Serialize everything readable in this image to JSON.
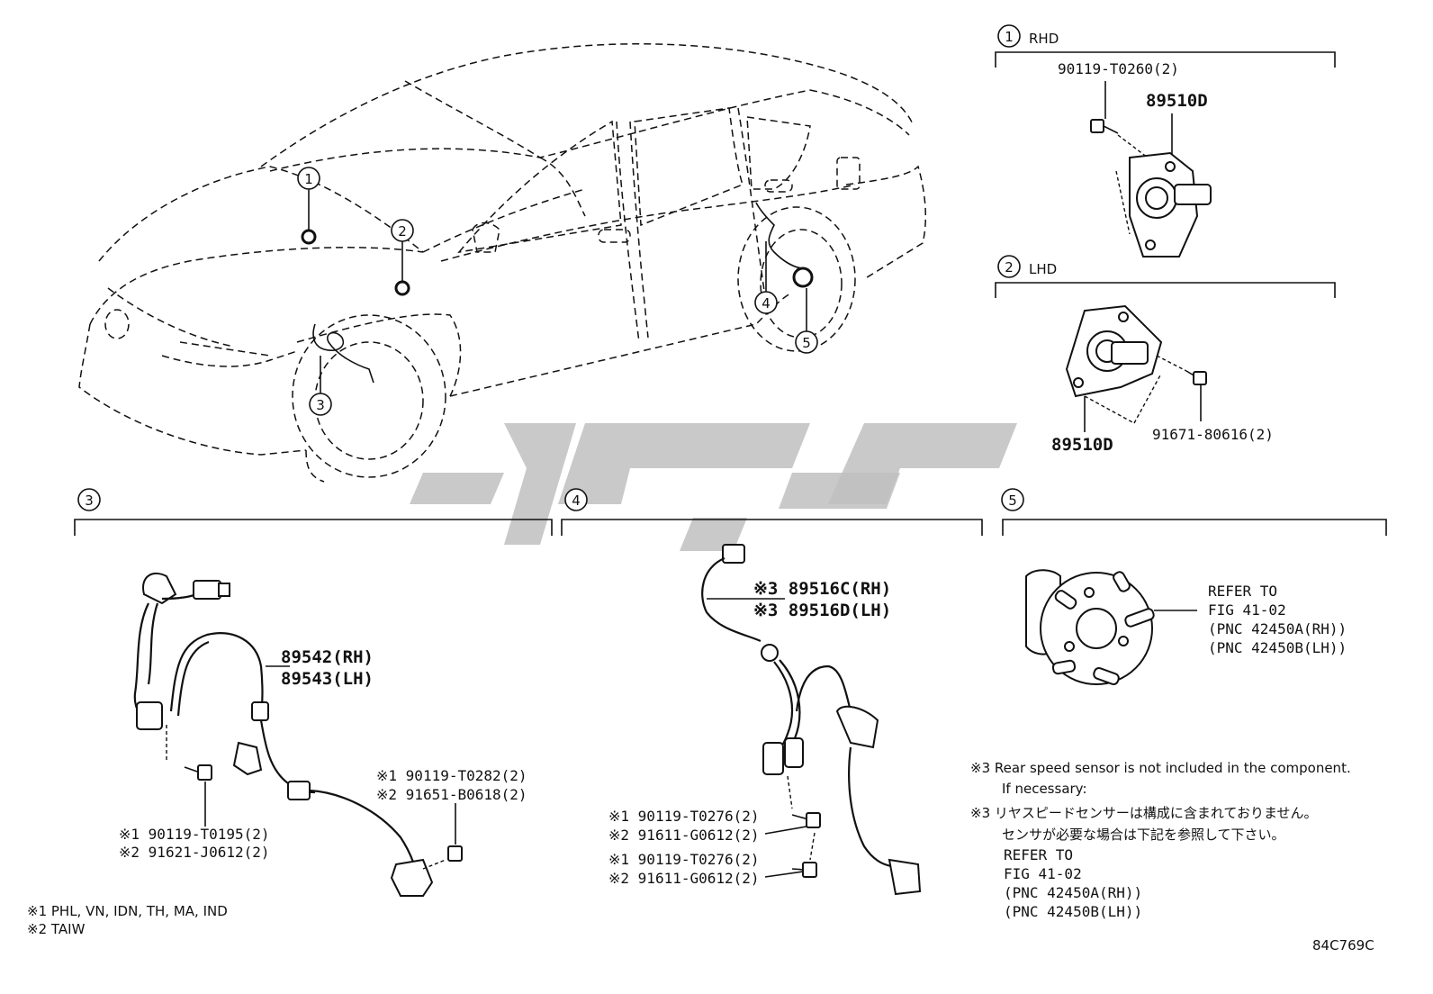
{
  "callouts": [
    "1",
    "2",
    "3",
    "4",
    "5"
  ],
  "sections": {
    "s1": {
      "num": "1",
      "label": "RHD",
      "bolt": "90119-T0260(2)",
      "part": "89510D"
    },
    "s2": {
      "num": "2",
      "label": "LHD",
      "part": "89510D",
      "bolt": "91671-80616(2)"
    },
    "s3": {
      "num": "3",
      "sensor_rh": "89542(RH)",
      "sensor_lh": "89543(LH)",
      "bolt_a_1": "※1 90119-T0282(2)",
      "bolt_a_2": "※2 91651-B0618(2)",
      "bolt_b_1": "※1 90119-T0195(2)",
      "bolt_b_2": "※2 91621-J0612(2)"
    },
    "s4": {
      "num": "4",
      "sensor_rh": "※3 89516C(RH)",
      "sensor_lh": "※3 89516D(LH)",
      "bolt_a_1": "※1 90119-T0276(2)",
      "bolt_a_2": "※2 91611-G0612(2)",
      "bolt_b_1": "※1 90119-T0276(2)",
      "bolt_b_2": "※2 91611-G0612(2)"
    },
    "s5": {
      "num": "5",
      "refer_1": "REFER TO",
      "refer_2": "FIG 41-02",
      "refer_3": "(PNC 42450A(RH))",
      "refer_4": "(PNC 42450B(LH))"
    }
  },
  "notes": {
    "n3_en_1": "※3 Rear speed sensor is not included in the component.",
    "n3_en_2": "If necessary:",
    "n3_jp_1": "※3 リヤスピードセンサーは構成に含まれておりません。",
    "n3_jp_2": "センサが必要な場合は下記を参照して下さい。",
    "refer_1": "REFER TO",
    "refer_2": "FIG 41-02",
    "refer_3": "(PNC 42450A(RH))",
    "refer_4": "(PNC 42450B(LH))"
  },
  "footnotes": {
    "f1": "※1 PHL, VN, IDN, TH, MA, IND",
    "f2": "※2 TAIW"
  },
  "code": "84C769C",
  "colors": {
    "line": "#111111",
    "watermark": "#bfbfbf"
  }
}
